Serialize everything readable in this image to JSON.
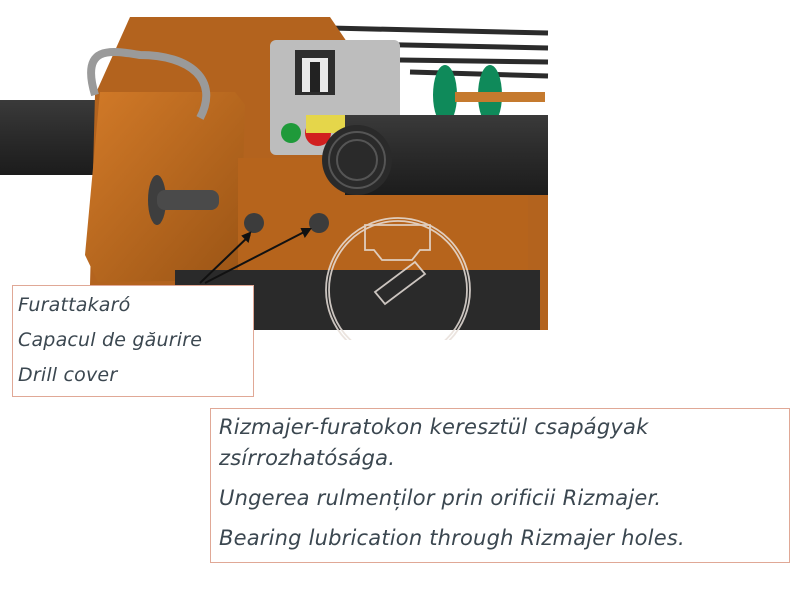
{
  "image": {
    "subject": "orange-machine-closeup",
    "watermark": "circular-roller-logo"
  },
  "callouts": {
    "drill_cover": {
      "lines": [
        "Furattakaró",
        "Capacul de găurire",
        "Drill cover"
      ]
    },
    "lubrication": {
      "lines": [
        "Rizmajer-furatokon keresztül csapágyak",
        "zsírrozhatósága.",
        "Ungerea rulmenților prin orificii Rizmajer.",
        "Bearing lubrication through Rizmajer holes."
      ]
    }
  },
  "colors": {
    "machine_orange": "#c26a1e",
    "callout_border": "#e0a896",
    "text": "#3b4750",
    "button_green": "#1f9a3a",
    "button_red": "#d11f1f",
    "bearing_green": "#0f8a5a"
  }
}
